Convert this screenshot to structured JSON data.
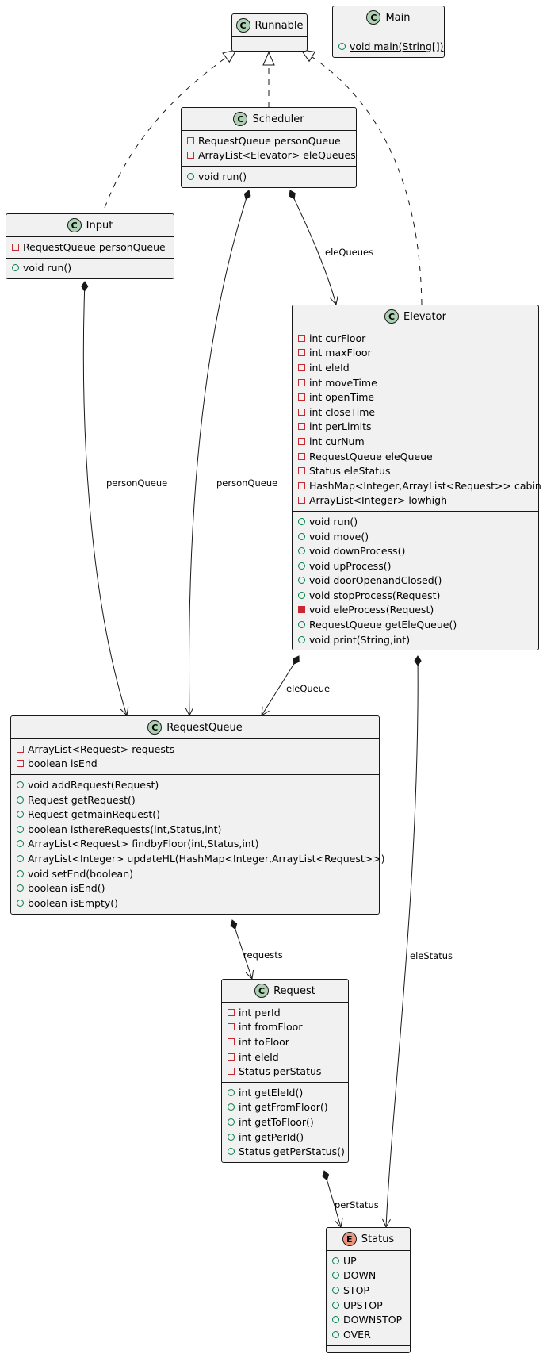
{
  "classes": {
    "runnable": {
      "name": "Runnable",
      "stereotype": "C",
      "attributes": [],
      "methods": []
    },
    "main": {
      "name": "Main",
      "stereotype": "C",
      "attributes": [],
      "methods": [
        {
          "vis": "public",
          "text": "void main(String[])",
          "static": true
        }
      ]
    },
    "scheduler": {
      "name": "Scheduler",
      "stereotype": "C",
      "attributes": [
        {
          "vis": "private",
          "text": "RequestQueue personQueue"
        },
        {
          "vis": "private",
          "text": "ArrayList<Elevator> eleQueues"
        }
      ],
      "methods": [
        {
          "vis": "public",
          "text": "void run()"
        }
      ]
    },
    "input": {
      "name": "Input",
      "stereotype": "C",
      "attributes": [
        {
          "vis": "private",
          "text": "RequestQueue personQueue"
        }
      ],
      "methods": [
        {
          "vis": "public",
          "text": "void run()"
        }
      ]
    },
    "elevator": {
      "name": "Elevator",
      "stereotype": "C",
      "attributes": [
        {
          "vis": "private",
          "text": "int curFloor"
        },
        {
          "vis": "private",
          "text": "int maxFloor"
        },
        {
          "vis": "private",
          "text": "int eleId"
        },
        {
          "vis": "private",
          "text": "int moveTime"
        },
        {
          "vis": "private",
          "text": "int openTime"
        },
        {
          "vis": "private",
          "text": "int closeTime"
        },
        {
          "vis": "private",
          "text": "int perLimits"
        },
        {
          "vis": "private",
          "text": "int curNum"
        },
        {
          "vis": "private",
          "text": "RequestQueue eleQueue"
        },
        {
          "vis": "private",
          "text": "Status eleStatus"
        },
        {
          "vis": "private",
          "text": "HashMap<Integer,ArrayList<Request>> cabin"
        },
        {
          "vis": "private",
          "text": "ArrayList<Integer> lowhigh"
        }
      ],
      "methods": [
        {
          "vis": "public",
          "text": "void run()"
        },
        {
          "vis": "public",
          "text": "void move()"
        },
        {
          "vis": "public",
          "text": "void downProcess()"
        },
        {
          "vis": "public",
          "text": "void upProcess()"
        },
        {
          "vis": "public",
          "text": "void doorOpenandClosed()"
        },
        {
          "vis": "public",
          "text": "void stopProcess(Request)"
        },
        {
          "vis": "private-method",
          "text": "void eleProcess(Request)"
        },
        {
          "vis": "public",
          "text": "RequestQueue getEleQueue()"
        },
        {
          "vis": "public",
          "text": "void print(String,int)"
        }
      ]
    },
    "requestqueue": {
      "name": "RequestQueue",
      "stereotype": "C",
      "attributes": [
        {
          "vis": "private",
          "text": "ArrayList<Request> requests"
        },
        {
          "vis": "private",
          "text": "boolean isEnd"
        }
      ],
      "methods": [
        {
          "vis": "public",
          "text": "void addRequest(Request)"
        },
        {
          "vis": "public",
          "text": "Request getRequest()"
        },
        {
          "vis": "public",
          "text": "Request getmainRequest()"
        },
        {
          "vis": "public",
          "text": "boolean isthereRequests(int,Status,int)"
        },
        {
          "vis": "public",
          "text": "ArrayList<Request> findbyFloor(int,Status,int)"
        },
        {
          "vis": "public",
          "text": "ArrayList<Integer> updateHL(HashMap<Integer,ArrayList<Request>>)"
        },
        {
          "vis": "public",
          "text": "void setEnd(boolean)"
        },
        {
          "vis": "public",
          "text": "boolean isEnd()"
        },
        {
          "vis": "public",
          "text": "boolean isEmpty()"
        }
      ]
    },
    "request": {
      "name": "Request",
      "stereotype": "C",
      "attributes": [
        {
          "vis": "private",
          "text": "int perId"
        },
        {
          "vis": "private",
          "text": "int fromFloor"
        },
        {
          "vis": "private",
          "text": "int toFloor"
        },
        {
          "vis": "private",
          "text": "int eleId"
        },
        {
          "vis": "private",
          "text": "Status perStatus"
        }
      ],
      "methods": [
        {
          "vis": "public",
          "text": "int getEleId()"
        },
        {
          "vis": "public",
          "text": "int getFromFloor()"
        },
        {
          "vis": "public",
          "text": "int getToFloor()"
        },
        {
          "vis": "public",
          "text": "int getPerId()"
        },
        {
          "vis": "public",
          "text": "Status getPerStatus()"
        }
      ]
    },
    "status": {
      "name": "Status",
      "stereotype": "E",
      "attributes": [
        {
          "vis": "public",
          "text": "UP"
        },
        {
          "vis": "public",
          "text": "DOWN"
        },
        {
          "vis": "public",
          "text": "STOP"
        },
        {
          "vis": "public",
          "text": "UPSTOP"
        },
        {
          "vis": "public",
          "text": "DOWNSTOP"
        },
        {
          "vis": "public",
          "text": "OVER"
        }
      ],
      "methods": []
    }
  },
  "relations": [
    {
      "id": "input-runnable",
      "from": "input",
      "to": "runnable",
      "kind": "realization",
      "label": ""
    },
    {
      "id": "scheduler-runnable",
      "from": "scheduler",
      "to": "runnable",
      "kind": "realization",
      "label": ""
    },
    {
      "id": "elevator-runnable",
      "from": "elevator",
      "to": "runnable",
      "kind": "realization",
      "label": ""
    },
    {
      "id": "scheduler-elevator",
      "from": "scheduler",
      "to": "elevator",
      "kind": "composition",
      "label": "eleQueues"
    },
    {
      "id": "scheduler-requestqueue",
      "from": "scheduler",
      "to": "requestqueue",
      "kind": "composition",
      "label": "personQueue"
    },
    {
      "id": "input-requestqueue",
      "from": "input",
      "to": "requestqueue",
      "kind": "composition",
      "label": "personQueue"
    },
    {
      "id": "elevator-requestqueue",
      "from": "elevator",
      "to": "requestqueue",
      "kind": "composition",
      "label": "eleQueue"
    },
    {
      "id": "requestqueue-request",
      "from": "requestqueue",
      "to": "request",
      "kind": "composition",
      "label": "requests"
    },
    {
      "id": "elevator-status",
      "from": "elevator",
      "to": "status",
      "kind": "composition",
      "label": "eleStatus"
    },
    {
      "id": "request-status",
      "from": "request",
      "to": "status",
      "kind": "composition",
      "label": "perStatus"
    }
  ]
}
